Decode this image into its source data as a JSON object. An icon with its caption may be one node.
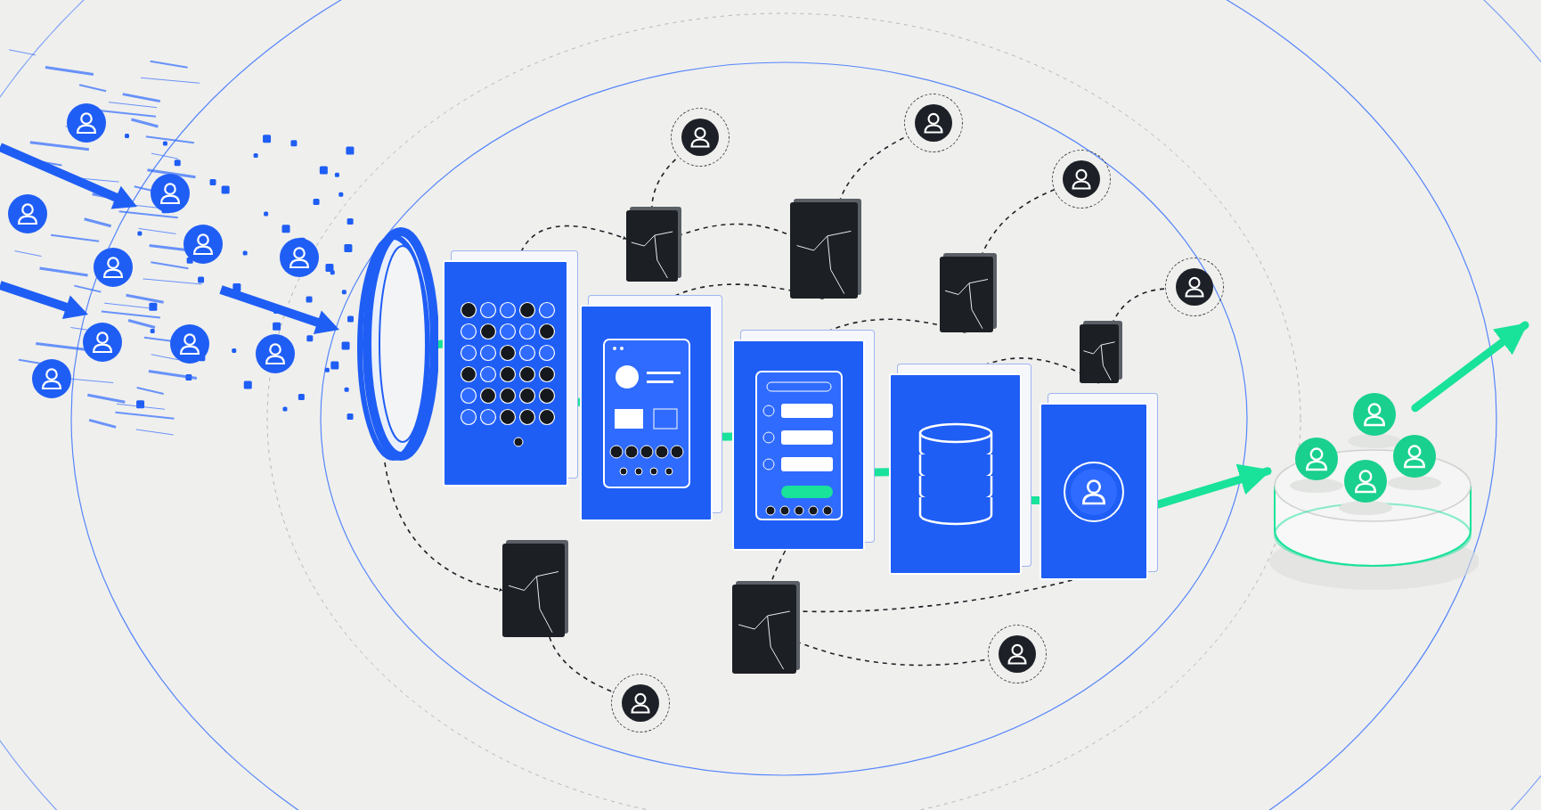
{
  "diagram": {
    "nodes": [
      {
        "text": [],
        "shape": "circle"
      },
      {
        "text": [],
        "shape": "box"
      },
      {
        "text": [],
        "shape": "box"
      },
      {
        "text": [],
        "shape": "box"
      },
      {
        "text": [],
        "shape": "box"
      },
      {
        "text": [],
        "shape": "box"
      },
      {
        "text": [],
        "shape": "cylinder"
      },
      {
        "text": [],
        "shape": "box"
      },
      {
        "text": [],
        "shape": "box"
      },
      {
        "text": [],
        "shape": "box"
      },
      {
        "text": [],
        "shape": "box"
      },
      {
        "text": [],
        "shape": "box"
      },
      {
        "text": [],
        "shape": "box"
      },
      {
        "text": [],
        "shape": "circle"
      },
      {
        "text": [],
        "shape": "circle"
      },
      {
        "text": [],
        "shape": "circle"
      },
      {
        "text": [],
        "shape": "circle"
      },
      {
        "text": [],
        "shape": "circle"
      },
      {
        "text": [],
        "shape": "circle"
      }
    ],
    "edges": [
      {
        "from": 0,
        "to": 1,
        "arrow": "none",
        "style": "thick",
        "color": "#19e29a"
      },
      {
        "from": 1,
        "to": 2,
        "arrow": "none",
        "style": "thick",
        "color": "#19e29a"
      },
      {
        "from": 2,
        "to": 3,
        "arrow": "none",
        "style": "thick",
        "color": "#19e29a"
      },
      {
        "from": 3,
        "to": 4,
        "arrow": "none",
        "style": "thick",
        "color": "#19e29a"
      },
      {
        "from": 4,
        "to": 5,
        "arrow": "none",
        "style": "thick",
        "color": "#19e29a"
      },
      {
        "from": 5,
        "to": 6,
        "arrow": "to",
        "style": "thick",
        "color": "#19e29a"
      },
      {
        "from": 6,
        "to": null,
        "arrow": "to",
        "style": "thick",
        "color": "#19e29a"
      },
      {
        "from": 0,
        "to": 11,
        "arrow": "to",
        "style": "dashed"
      },
      {
        "from": 11,
        "to": 18,
        "arrow": "none",
        "style": "dashed"
      },
      {
        "from": 1,
        "to": 7,
        "arrow": "to",
        "style": "dashed"
      },
      {
        "from": 7,
        "to": 13,
        "arrow": "none",
        "style": "dashed"
      },
      {
        "from": 7,
        "to": 8,
        "arrow": "none",
        "style": "dashed"
      },
      {
        "from": 2,
        "to": 8,
        "arrow": "to",
        "style": "dashed"
      },
      {
        "from": 8,
        "to": 14,
        "arrow": "none",
        "style": "dashed"
      },
      {
        "from": 3,
        "to": 9,
        "arrow": "to",
        "style": "dashed"
      },
      {
        "from": 9,
        "to": 15,
        "arrow": "none",
        "style": "dashed"
      },
      {
        "from": 4,
        "to": 10,
        "arrow": "to",
        "style": "dashed"
      },
      {
        "from": 10,
        "to": 16,
        "arrow": "none",
        "style": "dashed"
      },
      {
        "from": 3,
        "to": 12,
        "arrow": "none",
        "style": "dashed"
      },
      {
        "from": 5,
        "to": 12,
        "arrow": "none",
        "style": "dashed"
      },
      {
        "from": 12,
        "to": 17,
        "arrow": "none",
        "style": "dashed"
      }
    ]
  }
}
